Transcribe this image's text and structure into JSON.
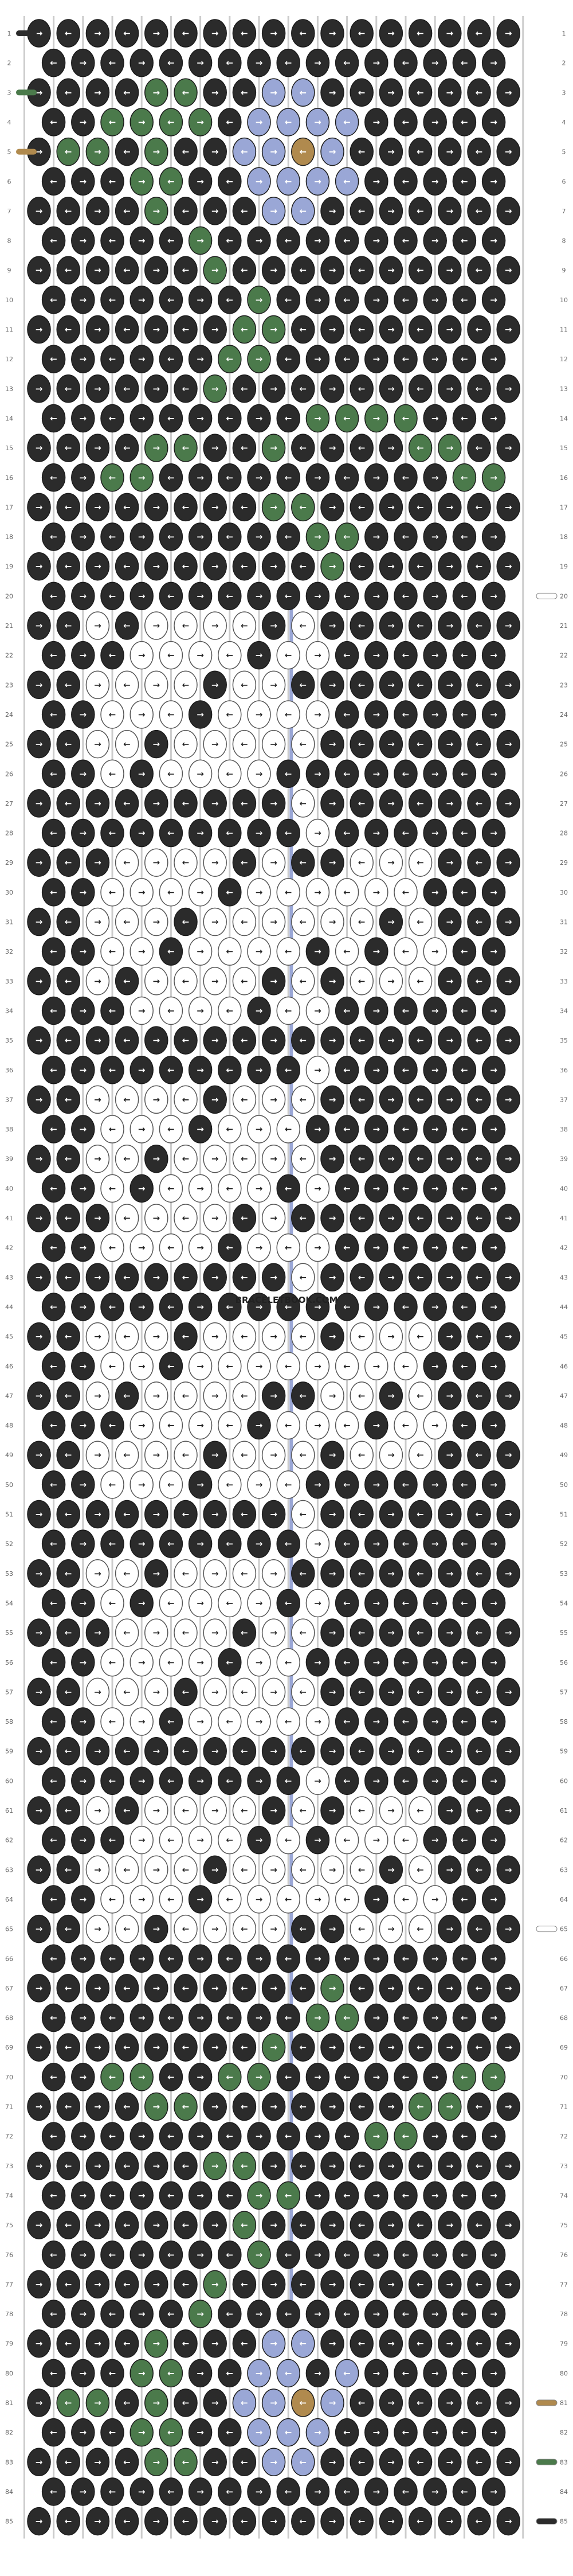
{
  "diagram": {
    "type": "alpha-bracelet-pattern",
    "watermark_text": "BRACELETBOOK.COM",
    "row_numbers": [
      "1",
      "2",
      "3",
      "4",
      "5",
      "6",
      "7",
      "8",
      "9",
      "10",
      "11",
      "12",
      "13",
      "14",
      "15",
      "16",
      "17",
      "18",
      "19",
      "20",
      "21",
      "22",
      "23",
      "24",
      "25",
      "26",
      "27",
      "28",
      "29",
      "30",
      "31",
      "32",
      "33",
      "34",
      "35",
      "36",
      "37",
      "38",
      "39",
      "40",
      "41",
      "42",
      "43",
      "44",
      "45",
      "46",
      "47",
      "48",
      "49",
      "50",
      "51",
      "52",
      "53",
      "54",
      "55",
      "56",
      "57",
      "58",
      "59",
      "60",
      "61",
      "62",
      "63",
      "64",
      "65",
      "66",
      "67",
      "68",
      "69",
      "70",
      "71",
      "72",
      "73",
      "74",
      "75",
      "76",
      "77",
      "78",
      "79",
      "80",
      "81",
      "82",
      "83",
      "84",
      "85"
    ],
    "columns": 17,
    "colors": {
      "black": "#2b2b2b",
      "white": "#ffffff",
      "green": "#4b7a4b",
      "lavender": "#9aa7d6",
      "tan": "#b08a4e",
      "white_knot_stroke": "#555555",
      "dark_arrow": "#ffffff",
      "light_arrow": "#222222"
    },
    "knot_arrow_glyphs": {
      "forward": "→",
      "backward": "←"
    },
    "left_string_colors": [
      "black",
      "black",
      "green",
      "black",
      "tan",
      "black",
      "black",
      "black",
      "black",
      "black",
      "black",
      "black",
      "black",
      "black",
      "black",
      "black",
      "black",
      "black"
    ],
    "right_string_colors": [
      "white",
      "white",
      "tan",
      "green",
      "black"
    ],
    "motifs": {
      "top_flower": {
        "rows": [
          3,
          9
        ],
        "green_knots": [
          [
            3,
            5
          ],
          [
            3,
            6
          ],
          [
            4,
            3
          ],
          [
            4,
            4
          ],
          [
            4,
            5
          ],
          [
            4,
            6
          ],
          [
            5,
            2
          ],
          [
            5,
            3
          ],
          [
            5,
            5
          ],
          [
            6,
            4
          ],
          [
            6,
            5
          ],
          [
            7,
            5
          ],
          [
            8,
            6
          ],
          [
            9,
            7
          ]
        ],
        "lavender_knots": [
          [
            3,
            9
          ],
          [
            3,
            10
          ],
          [
            4,
            8
          ],
          [
            4,
            9
          ],
          [
            4,
            10
          ],
          [
            4,
            11
          ],
          [
            5,
            8
          ],
          [
            5,
            9
          ],
          [
            5,
            11
          ],
          [
            6,
            8
          ],
          [
            6,
            9
          ],
          [
            6,
            10
          ],
          [
            6,
            11
          ],
          [
            7,
            9
          ],
          [
            7,
            10
          ]
        ],
        "tan_knots": [
          [
            5,
            10
          ]
        ]
      },
      "top_vine": {
        "rows": [
          10,
          19
        ],
        "green_knots": [
          [
            10,
            8
          ],
          [
            11,
            8
          ],
          [
            11,
            9
          ],
          [
            12,
            7
          ],
          [
            12,
            8
          ],
          [
            13,
            7
          ],
          [
            14,
            10
          ],
          [
            14,
            11
          ],
          [
            14,
            12
          ],
          [
            14,
            13
          ],
          [
            15,
            5
          ],
          [
            15,
            6
          ],
          [
            15,
            9
          ],
          [
            15,
            14
          ],
          [
            15,
            15
          ],
          [
            16,
            3
          ],
          [
            16,
            4
          ],
          [
            16,
            15
          ],
          [
            16,
            16
          ],
          [
            17,
            9
          ],
          [
            17,
            10
          ],
          [
            18,
            10
          ],
          [
            18,
            11
          ],
          [
            19,
            11
          ]
        ]
      },
      "white_text_block": {
        "rows": [
          20,
          65
        ]
      },
      "bottom_vine": {
        "rows": [
          67,
          78
        ],
        "green_knots": [
          [
            67,
            11
          ],
          [
            68,
            10
          ],
          [
            68,
            11
          ],
          [
            69,
            9
          ],
          [
            70,
            3
          ],
          [
            70,
            4
          ],
          [
            70,
            7
          ],
          [
            70,
            8
          ],
          [
            70,
            15
          ],
          [
            70,
            16
          ],
          [
            71,
            5
          ],
          [
            71,
            6
          ],
          [
            71,
            14
          ],
          [
            71,
            15
          ],
          [
            72,
            12
          ],
          [
            72,
            13
          ],
          [
            73,
            7
          ],
          [
            73,
            8
          ],
          [
            74,
            8
          ],
          [
            74,
            9
          ],
          [
            75,
            8
          ],
          [
            76,
            8
          ],
          [
            77,
            7
          ],
          [
            78,
            6
          ]
        ]
      },
      "bottom_flower": {
        "rows": [
          79,
          84
        ],
        "green_knots": [
          [
            79,
            5
          ],
          [
            80,
            4
          ],
          [
            80,
            5
          ],
          [
            81,
            2
          ],
          [
            81,
            3
          ],
          [
            81,
            5
          ],
          [
            82,
            4
          ],
          [
            82,
            5
          ],
          [
            83,
            5
          ],
          [
            83,
            6
          ]
        ],
        "lavender_knots": [
          [
            79,
            9
          ],
          [
            79,
            10
          ],
          [
            80,
            8
          ],
          [
            80,
            9
          ],
          [
            80,
            11
          ],
          [
            81,
            8
          ],
          [
            81,
            9
          ],
          [
            81,
            11
          ],
          [
            82,
            8
          ],
          [
            82,
            9
          ],
          [
            82,
            10
          ],
          [
            83,
            9
          ],
          [
            83,
            10
          ]
        ],
        "tan_knots": [
          [
            81,
            10
          ]
        ]
      }
    }
  }
}
